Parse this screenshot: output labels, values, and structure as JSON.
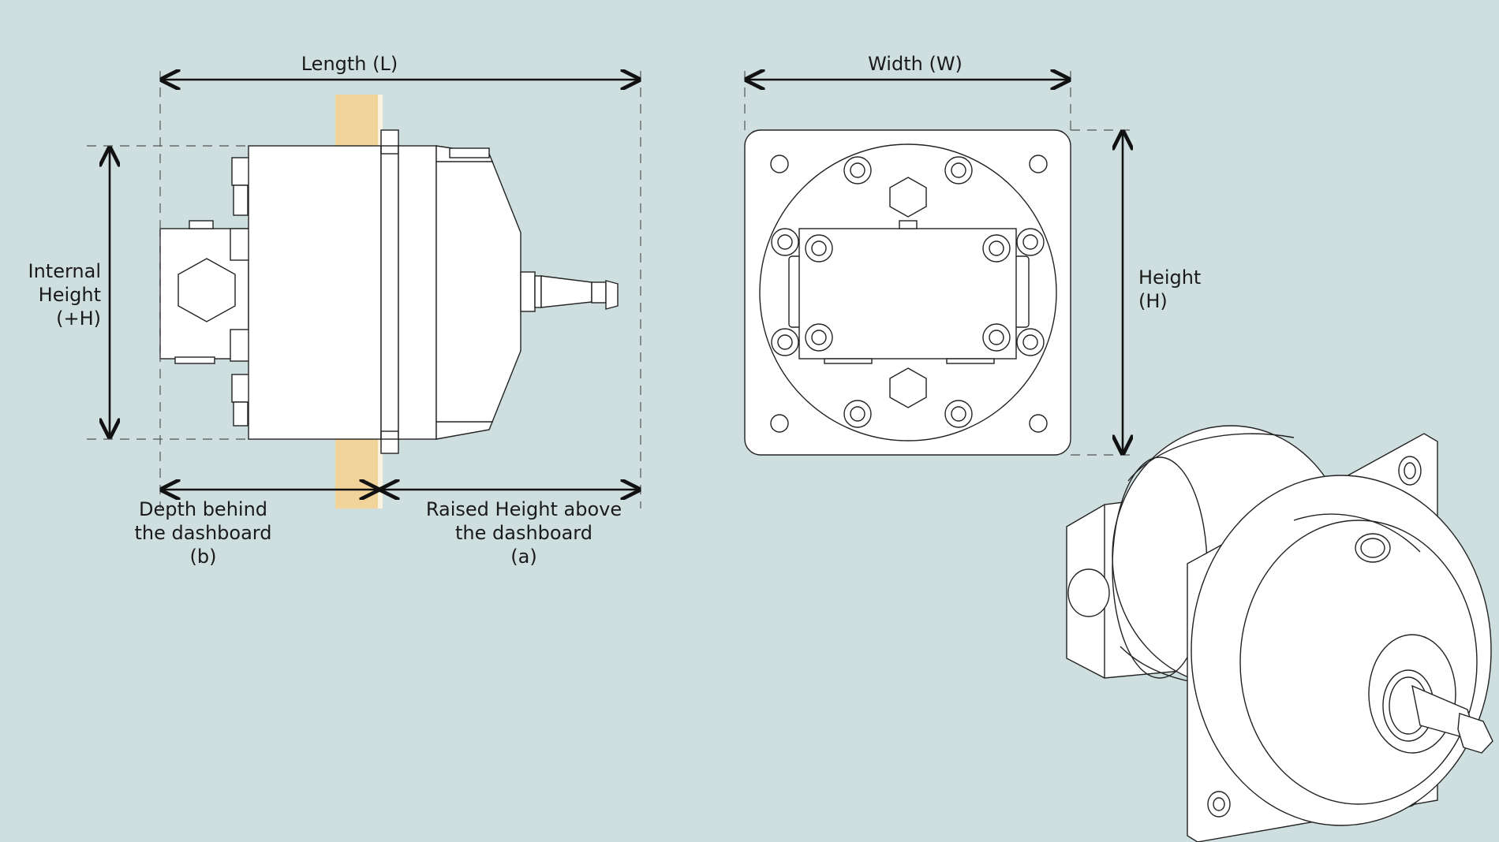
{
  "dimensions": {
    "length": "Length (L)",
    "width": "Width (W)",
    "internal_height": [
      "Internal",
      "Height",
      "(+H)"
    ],
    "height": [
      "Height",
      "(H)"
    ],
    "depth": [
      "Depth behind",
      "the dashboard",
      "(b)"
    ],
    "raised": [
      "Raised Height above",
      "the dashboard",
      "(a)"
    ]
  },
  "colors": {
    "background": "#cfdfdf",
    "dashboard_panel": "#f2d49a",
    "line": "#111111",
    "part_fill": "#ffffff"
  }
}
